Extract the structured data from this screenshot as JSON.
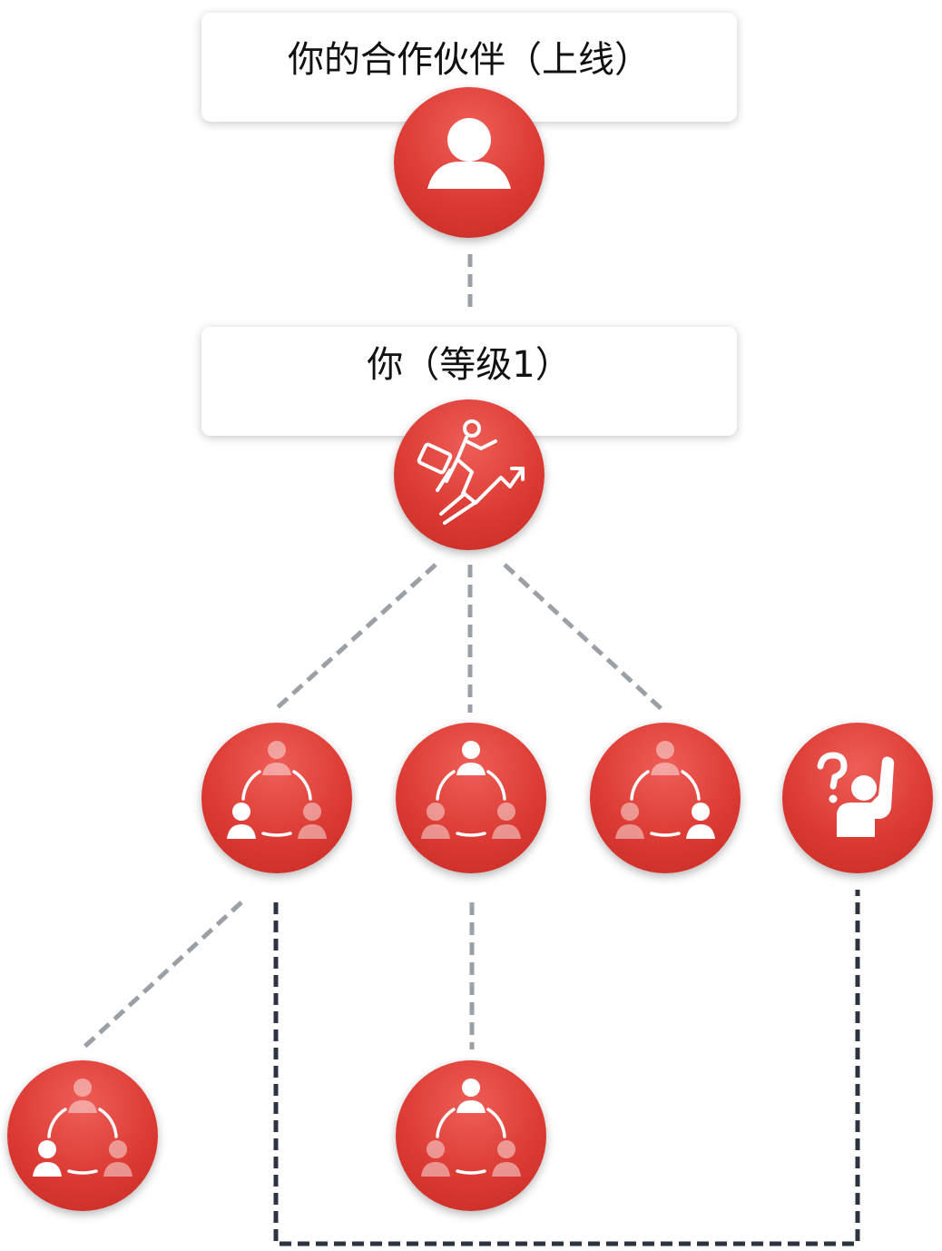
{
  "upline": {
    "label": "你的合作伙伴（上线）",
    "icon": "person-icon"
  },
  "you": {
    "label": "你（等级1）",
    "icon": "climbing-growth-icon"
  },
  "level1_nodes": [
    {
      "icon": "team-circle-icon",
      "highlight": "bottom-left"
    },
    {
      "icon": "team-circle-icon",
      "highlight": "top"
    },
    {
      "icon": "team-circle-icon",
      "highlight": "bottom-right"
    },
    {
      "icon": "question-hand-raised-icon"
    }
  ],
  "level2_nodes": [
    {
      "icon": "team-circle-icon",
      "highlight": "bottom-left"
    },
    {
      "icon": "team-circle-icon",
      "highlight": "top"
    }
  ],
  "colors": {
    "node_red": "#dc3b34",
    "connector_gray": "#9aa0a6",
    "connector_dark": "#2b3440",
    "label_text": "#111111"
  }
}
